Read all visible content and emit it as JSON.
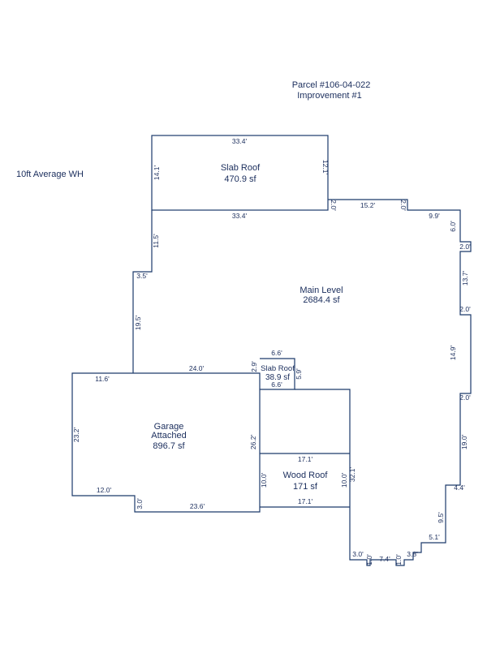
{
  "header": {
    "parcel": "Parcel #106-04-022",
    "improvement": "Improvement #1"
  },
  "note": "10ft Average WH",
  "areas": {
    "slab_roof_top": {
      "name": "Slab Roof",
      "area": "470.9 sf"
    },
    "main_level": {
      "name": "Main Level",
      "area": "2684.4 sf"
    },
    "slab_roof_small": {
      "name": "Slab Roof",
      "area": "38.9 sf"
    },
    "garage": {
      "name": "Garage",
      "subname": "Attached",
      "area": "896.7 sf"
    },
    "wood_roof": {
      "name": "Wood Roof",
      "area": "171 sf"
    }
  },
  "dimensions": {
    "slab_top": "33.4'",
    "slab_bottom": "33.4'",
    "slab_left": "14.1'",
    "slab_right": "12.1'",
    "step_2a": "2.0'",
    "top_run": "15.2'",
    "step_2b": "2.0'",
    "run_9_9": "9.9'",
    "drop_6_0": "6.0'",
    "jog_2_a": "2.0'",
    "run_13_7": "13.7'",
    "jog_2_b": "2.0'",
    "run_14_9": "14.9'",
    "jog_2_c": "2.0'",
    "run_19_0": "19.0'",
    "run_4_4": "4.4'",
    "run_9_5": "9.5'",
    "run_5_1": "5.1'",
    "run_3_8": "3.8'",
    "run_1_0a": "1.0'",
    "run_7_4": "7.4'",
    "run_1_0b": "1.0'",
    "run_3_0b": "3.0'",
    "run_32_1": "32.1'",
    "left_11_5": "11.5'",
    "left_3_5": "3.5'",
    "left_19_5": "19.5'",
    "garage_top_11_6": "11.6'",
    "garage_top_24_0": "24.0'",
    "garage_left": "23.2'",
    "garage_right": "26.2'",
    "garage_bottom_12_0": "12.0'",
    "garage_notch_3_0": "3.0'",
    "garage_bottom_23_6": "23.6'",
    "small_top": "6.6'",
    "small_bottom": "6.6'",
    "small_left": "2.9'",
    "small_right": "5.9'",
    "wood_top": "17.1'",
    "wood_bottom": "17.1'",
    "wood_left": "10.0'",
    "wood_right": "10.0'"
  },
  "colors": {
    "line": "#1c3a6b",
    "text": "#1a2d5c"
  }
}
